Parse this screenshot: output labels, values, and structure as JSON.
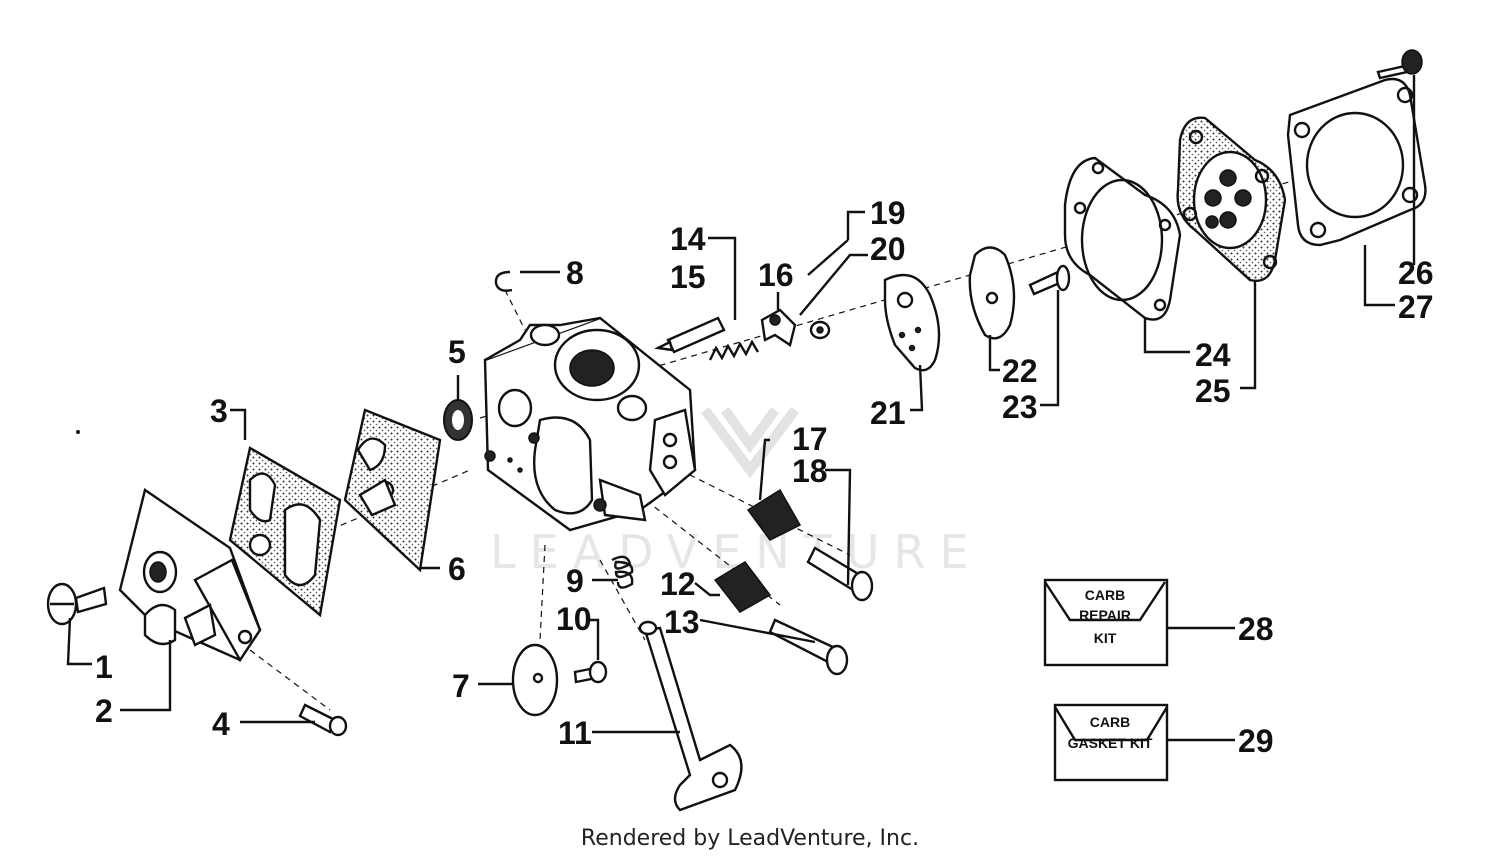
{
  "callouts": {
    "c1": "1",
    "c2": "2",
    "c3": "3",
    "c4": "4",
    "c5": "5",
    "c6": "6",
    "c7": "7",
    "c8": "8",
    "c9": "9",
    "c10": "10",
    "c11": "11",
    "c12": "12",
    "c13": "13",
    "c14": "14",
    "c15": "15",
    "c16": "16",
    "c17": "17",
    "c18": "18",
    "c19": "19",
    "c20": "20",
    "c21": "21",
    "c22": "22",
    "c23": "23",
    "c24": "24",
    "c25": "25",
    "c26": "26",
    "c27": "27",
    "c28": "28",
    "c29": "29"
  },
  "kits": {
    "repair_line1": "CARB",
    "repair_line2": "REPAIR",
    "repair_line3": "KIT",
    "gasket_line1": "CARB",
    "gasket_line2": "GASKET KIT"
  },
  "watermark": "LEADVENTURE",
  "footer": "Rendered by LeadVenture, Inc."
}
